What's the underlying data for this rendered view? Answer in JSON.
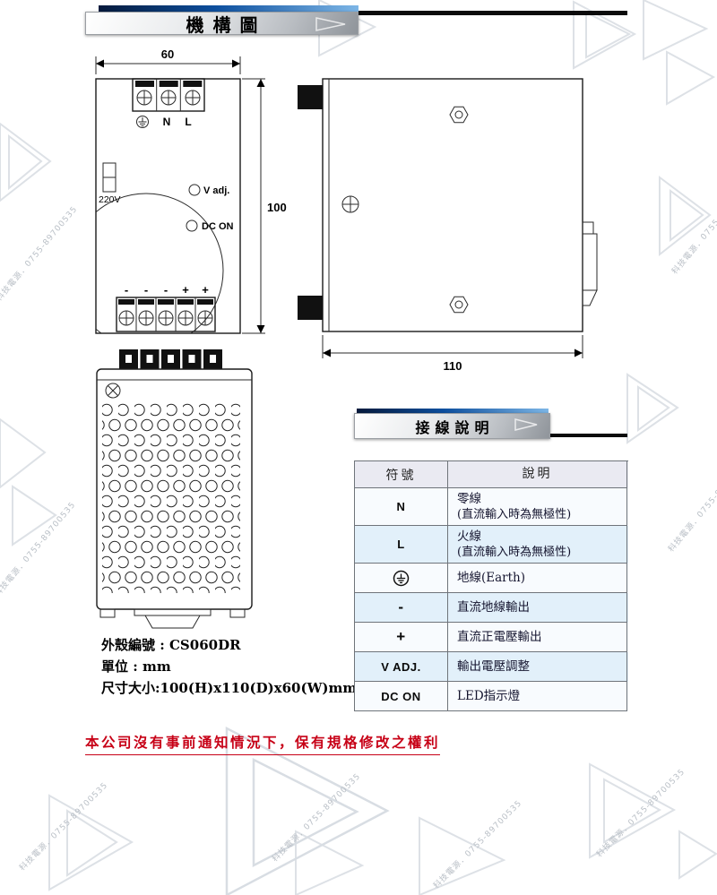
{
  "banners": {
    "mechanical_title": "機構圖",
    "wiring_title": "接線說明"
  },
  "front_view": {
    "dim_width": "60",
    "dim_height": "100",
    "voltage": "220V",
    "v_adj": "V adj.",
    "dc_on": "DC ON",
    "label_n": "N",
    "label_l": "L",
    "polarity": [
      "-",
      "-",
      "-",
      "+",
      "+"
    ]
  },
  "side_view": {
    "dim_depth": "110"
  },
  "case_info": {
    "model": "外殼編號 : CS060DR",
    "unit": "單位 : mm",
    "size": "尺寸大小:100(H)x110(D)x60(W)mm"
  },
  "wiring_table": {
    "headers": [
      "符號",
      "說明"
    ],
    "rows": [
      {
        "symbol": "N",
        "desc": "零線",
        "desc2": "(直流輸入時為無極性)"
      },
      {
        "symbol": "L",
        "desc": "火線",
        "desc2": "(直流輸入時為無極性)"
      },
      {
        "symbol": "",
        "symbol_icon": "earth-ground-icon",
        "desc": "地線(Earth)",
        "desc2": ""
      },
      {
        "symbol": "-",
        "desc": "直流地線輸出",
        "desc2": ""
      },
      {
        "symbol": "+",
        "desc": "直流正電壓輸出",
        "desc2": ""
      },
      {
        "symbol": "V ADJ.",
        "desc": "輸出電壓調整",
        "desc2": ""
      },
      {
        "symbol": "DC ON",
        "desc": "LED指示燈",
        "desc2": ""
      }
    ]
  },
  "footer": {
    "notice": "本公司沒有事前通知情況下，保有規格修改之權利"
  },
  "watermark": {
    "text": "科技電源．0755-89700535"
  }
}
